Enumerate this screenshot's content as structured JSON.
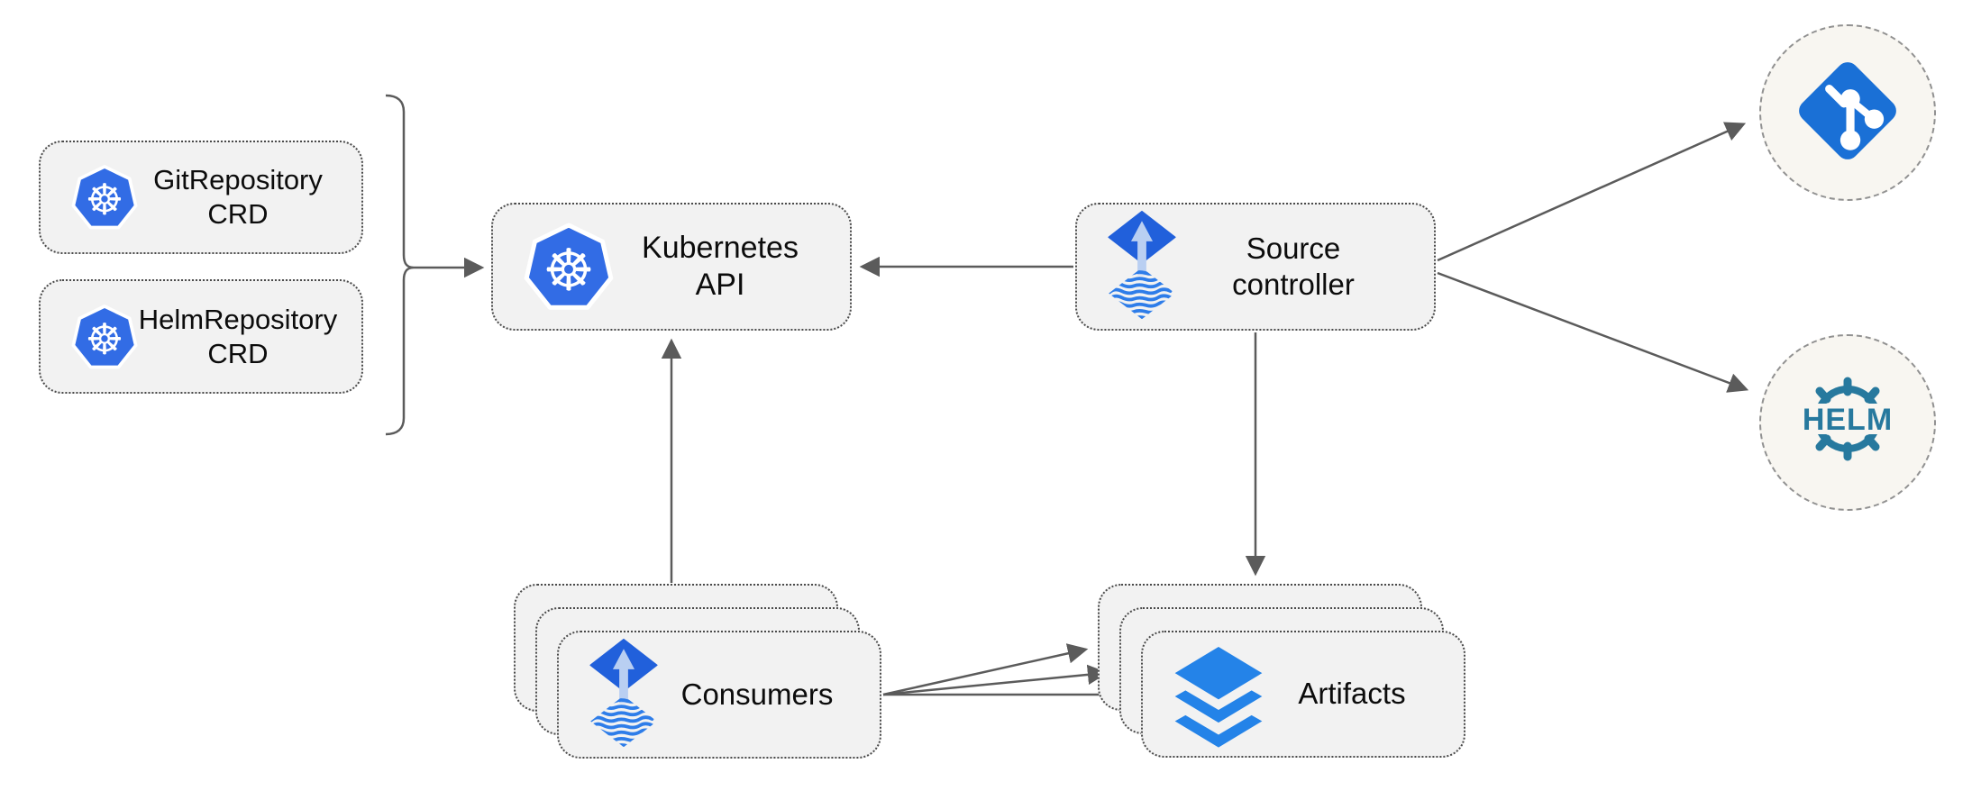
{
  "colors": {
    "canvas-bg": "#ffffff",
    "node-fill": "#f2f2f2",
    "node-border": "#4a4a4a",
    "label": "#0c0c0c",
    "arrow": "#5b5b5b",
    "circle-fill": "#f8f6f1",
    "circle-border": "#919191",
    "k8s-blue": "#326ce5",
    "flux-blue": "#2160db",
    "flux-arrow": "#b9cff2",
    "flux-stripe": "#2e7de9",
    "git-blue": "#1a70d6",
    "helm-teal": "#27799e",
    "layers-blue": "#2483e8"
  },
  "icons": {
    "kubernetes_wheel": "☸"
  },
  "nodes": {
    "git_crd": {
      "line1": "GitRepository",
      "line2": "CRD"
    },
    "helm_crd": {
      "line1": "HelmRepository",
      "line2": "CRD"
    },
    "k8s_api": {
      "label": "Kubernetes API"
    },
    "source_controller": {
      "line1": "Source",
      "line2": "controller"
    },
    "consumers": {
      "label": "Consumers"
    },
    "artifacts": {
      "label": "Artifacts"
    },
    "helm": {
      "label": "HELM"
    }
  },
  "edges": [
    {
      "from": "crd-group (GitRepository CRD + HelmRepository CRD)",
      "to": "kubernetes-api",
      "style": "brace-then-arrow"
    },
    {
      "from": "source-controller",
      "to": "kubernetes-api"
    },
    {
      "from": "consumers",
      "to": "kubernetes-api"
    },
    {
      "from": "source-controller",
      "to": "artifacts"
    },
    {
      "from": "source-controller",
      "to": "git-endpoint"
    },
    {
      "from": "source-controller",
      "to": "helm-endpoint"
    },
    {
      "from": "consumers",
      "to": "artifacts",
      "count": 3
    }
  ]
}
